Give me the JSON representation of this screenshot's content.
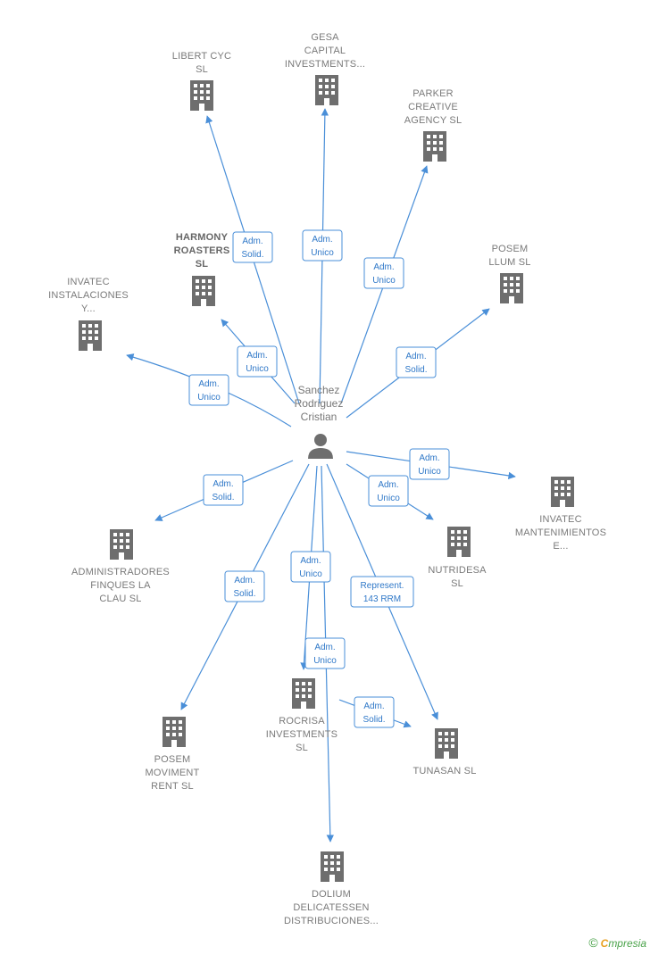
{
  "center": {
    "label_lines": [
      "Sanchez",
      "Rodriguez",
      "Cristian"
    ]
  },
  "nodes": [
    {
      "id": "libert",
      "label_lines": [
        "LIBERT CYC",
        "SL"
      ],
      "highlight": false
    },
    {
      "id": "gesa",
      "label_lines": [
        "GESA",
        "CAPITAL",
        "INVESTMENTS..."
      ],
      "highlight": false
    },
    {
      "id": "parker",
      "label_lines": [
        "PARKER",
        "CREATIVE",
        "AGENCY  SL"
      ],
      "highlight": false
    },
    {
      "id": "harmony",
      "label_lines": [
        "HARMONY",
        "ROASTERS",
        "SL"
      ],
      "highlight": true
    },
    {
      "id": "posem_llum",
      "label_lines": [
        "POSEM",
        "LLUM  SL"
      ],
      "highlight": false
    },
    {
      "id": "invatec_inst",
      "label_lines": [
        "INVATEC",
        "INSTALACIONES",
        "Y..."
      ],
      "highlight": false
    },
    {
      "id": "invatec_mant",
      "label_lines": [
        "INVATEC",
        "MANTENIMIENTOS",
        "E..."
      ],
      "highlight": false
    },
    {
      "id": "administradores",
      "label_lines": [
        "ADMINISTRADORES",
        "FINQUES LA",
        "CLAU  SL"
      ],
      "highlight": false
    },
    {
      "id": "nutridesa",
      "label_lines": [
        "NUTRIDESA",
        "SL"
      ],
      "highlight": false
    },
    {
      "id": "posem_moviment",
      "label_lines": [
        "POSEM",
        "MOVIMENT",
        "RENT  SL"
      ],
      "highlight": false
    },
    {
      "id": "rocrisa",
      "label_lines": [
        "ROCRISA",
        "INVESTMENTS",
        "SL"
      ],
      "highlight": false
    },
    {
      "id": "tunasan",
      "label_lines": [
        "TUNASAN  SL"
      ],
      "highlight": false
    },
    {
      "id": "dolium",
      "label_lines": [
        "DOLIUM",
        "DELICATESSEN",
        "DISTRIBUCIONES..."
      ],
      "highlight": false
    }
  ],
  "relations": [
    {
      "id": "r_libert",
      "lines": [
        "Adm.",
        "Solid."
      ]
    },
    {
      "id": "r_gesa",
      "lines": [
        "Adm.",
        "Unico"
      ]
    },
    {
      "id": "r_parker",
      "lines": [
        "Adm.",
        "Unico"
      ]
    },
    {
      "id": "r_harmony",
      "lines": [
        "Adm.",
        "Unico"
      ]
    },
    {
      "id": "r_posem_llum",
      "lines": [
        "Adm.",
        "Solid."
      ]
    },
    {
      "id": "r_invatec_inst",
      "lines": [
        "Adm.",
        "Unico"
      ]
    },
    {
      "id": "r_invatec_mant",
      "lines": [
        "Adm.",
        "Unico"
      ]
    },
    {
      "id": "r_administradores",
      "lines": [
        "Adm.",
        "Solid."
      ]
    },
    {
      "id": "r_nutridesa",
      "lines": [
        "Adm.",
        "Unico"
      ]
    },
    {
      "id": "r_posem_moviment",
      "lines": [
        "Adm.",
        "Solid."
      ]
    },
    {
      "id": "r_rocrisa_a",
      "lines": [
        "Adm.",
        "Unico"
      ]
    },
    {
      "id": "r_rocrisa_b",
      "lines": [
        "Adm.",
        "Unico"
      ]
    },
    {
      "id": "r_tunasan_rep",
      "lines": [
        "Represent.",
        "143 RRM"
      ]
    },
    {
      "id": "r_tunasan_solid",
      "lines": [
        "Adm.",
        "Solid."
      ]
    }
  ],
  "brand": {
    "symbol": "©",
    "initial": "C",
    "rest": "mpresia"
  },
  "colors": {
    "edge": "#4a8fd8",
    "building": "#6e6e6e",
    "highlight": "#f05a28"
  }
}
